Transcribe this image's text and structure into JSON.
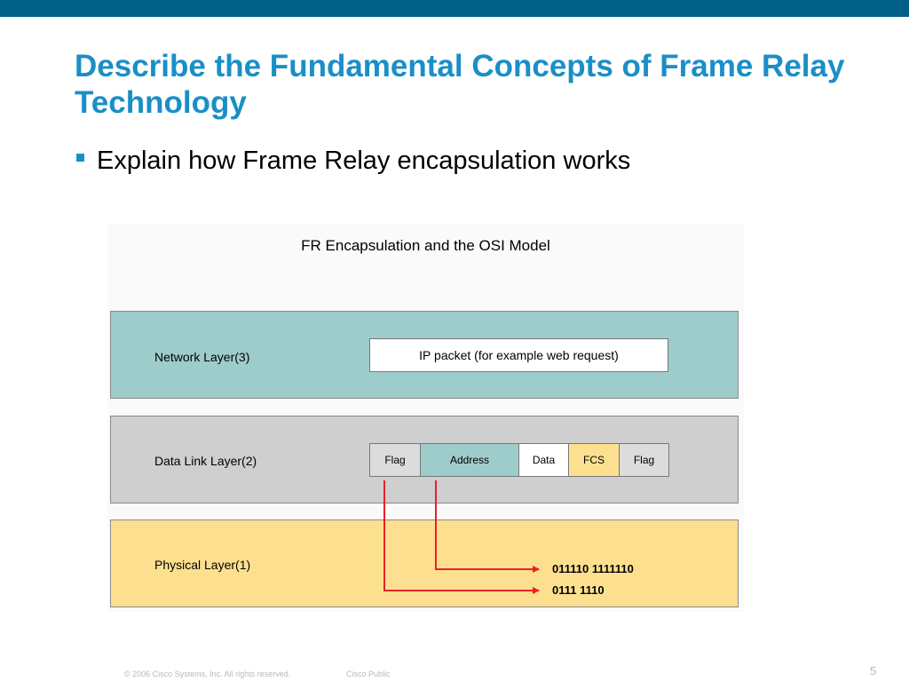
{
  "slide": {
    "title": "Describe the Fundamental Concepts of Frame Relay Technology",
    "bullet": "Explain how Frame Relay encapsulation works",
    "page_number": "5"
  },
  "footer": {
    "copyright": "© 2006 Cisco Systems, Inc. All rights reserved.",
    "classification": "Cisco Public"
  },
  "diagram": {
    "title": "FR Encapsulation and the OSI Model",
    "network_layer": {
      "label": "Network Layer(3)",
      "packet": "IP packet (for example web request)"
    },
    "data_link_layer": {
      "label": "Data Link Layer(2)",
      "frame": [
        {
          "label": "Flag",
          "color": "#dcdcdc"
        },
        {
          "label": "Address",
          "color": "#9ecccb"
        },
        {
          "label": "Data",
          "color": "#ffffff"
        },
        {
          "label": "FCS",
          "color": "#fde08f"
        },
        {
          "label": "Flag",
          "color": "#dcdcdc"
        }
      ]
    },
    "physical_layer": {
      "label": "Physical Layer(1)",
      "address_bits": "011110 1111110",
      "flag_bits": "0111 1110"
    },
    "colors": {
      "network": "#9ecccb",
      "data_link": "#cfcfcf",
      "physical": "#fde08f",
      "arrow": "#e8202a",
      "title_blue": "#1a8fc6",
      "top_bar": "#005f86"
    }
  }
}
